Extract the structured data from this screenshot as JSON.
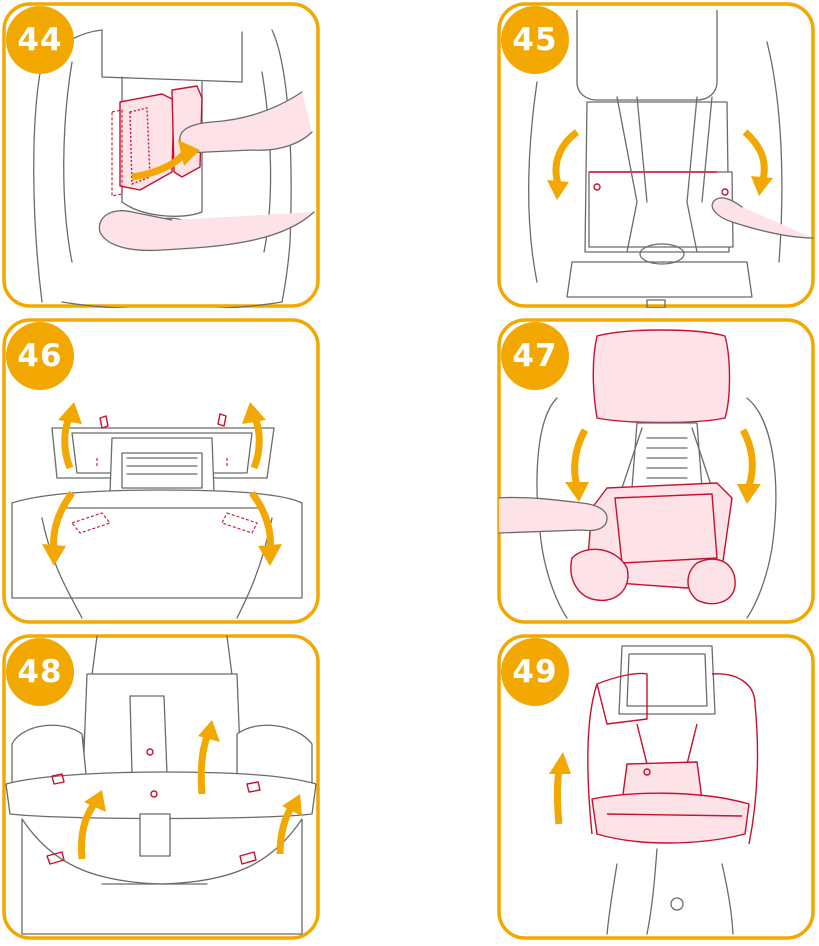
{
  "accent_color": "#f2a800",
  "line_color": "#6b6b6b",
  "part_color": "#c8102e",
  "steps": [
    {
      "number": "44"
    },
    {
      "number": "45"
    },
    {
      "number": "46"
    },
    {
      "number": "47"
    },
    {
      "number": "48"
    },
    {
      "number": "49"
    }
  ]
}
